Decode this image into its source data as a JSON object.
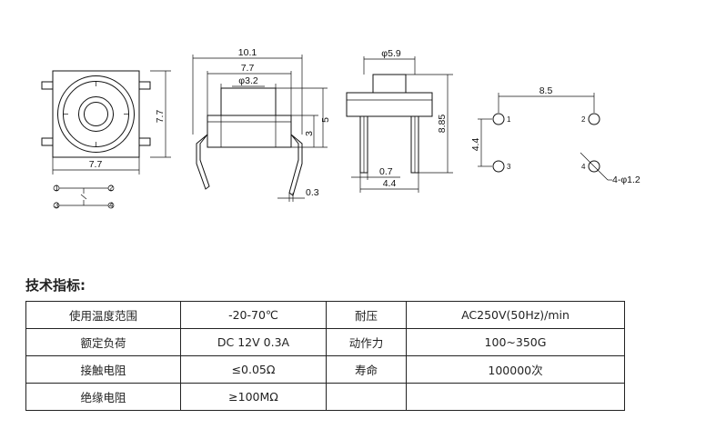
{
  "drawing": {
    "top_view": {
      "width": "7.7",
      "height": "7.7"
    },
    "side_view": {
      "overall": "10.1",
      "body": "7.7",
      "stem_dia": "φ3.2",
      "body_height": "3",
      "height": "5",
      "lead": "0.3"
    },
    "front_view": {
      "cap_dia": "φ5.9",
      "height": "8.85",
      "lead_width": "0.7",
      "pitch": "4.4"
    },
    "pcb_layout": {
      "x_pitch": "8.5",
      "y_pitch": "4.4",
      "hole": "4-φ1.2",
      "pins": [
        "1",
        "2",
        "3",
        "4"
      ]
    },
    "schematic": {
      "pins": [
        "1",
        "2",
        "3",
        "4"
      ]
    }
  },
  "specs": {
    "title": "技术指标:",
    "rows": [
      [
        "使用温度范围",
        "-20-70℃",
        "耐压",
        "AC250V(50Hz)/min"
      ],
      [
        "额定负荷",
        "DC 12V 0.3A",
        "动作力",
        "100~350G"
      ],
      [
        "接触电阻",
        "≤0.05Ω",
        "寿命",
        "100000次"
      ],
      [
        "绝缘电阻",
        "≥100MΩ",
        "",
        ""
      ]
    ]
  }
}
